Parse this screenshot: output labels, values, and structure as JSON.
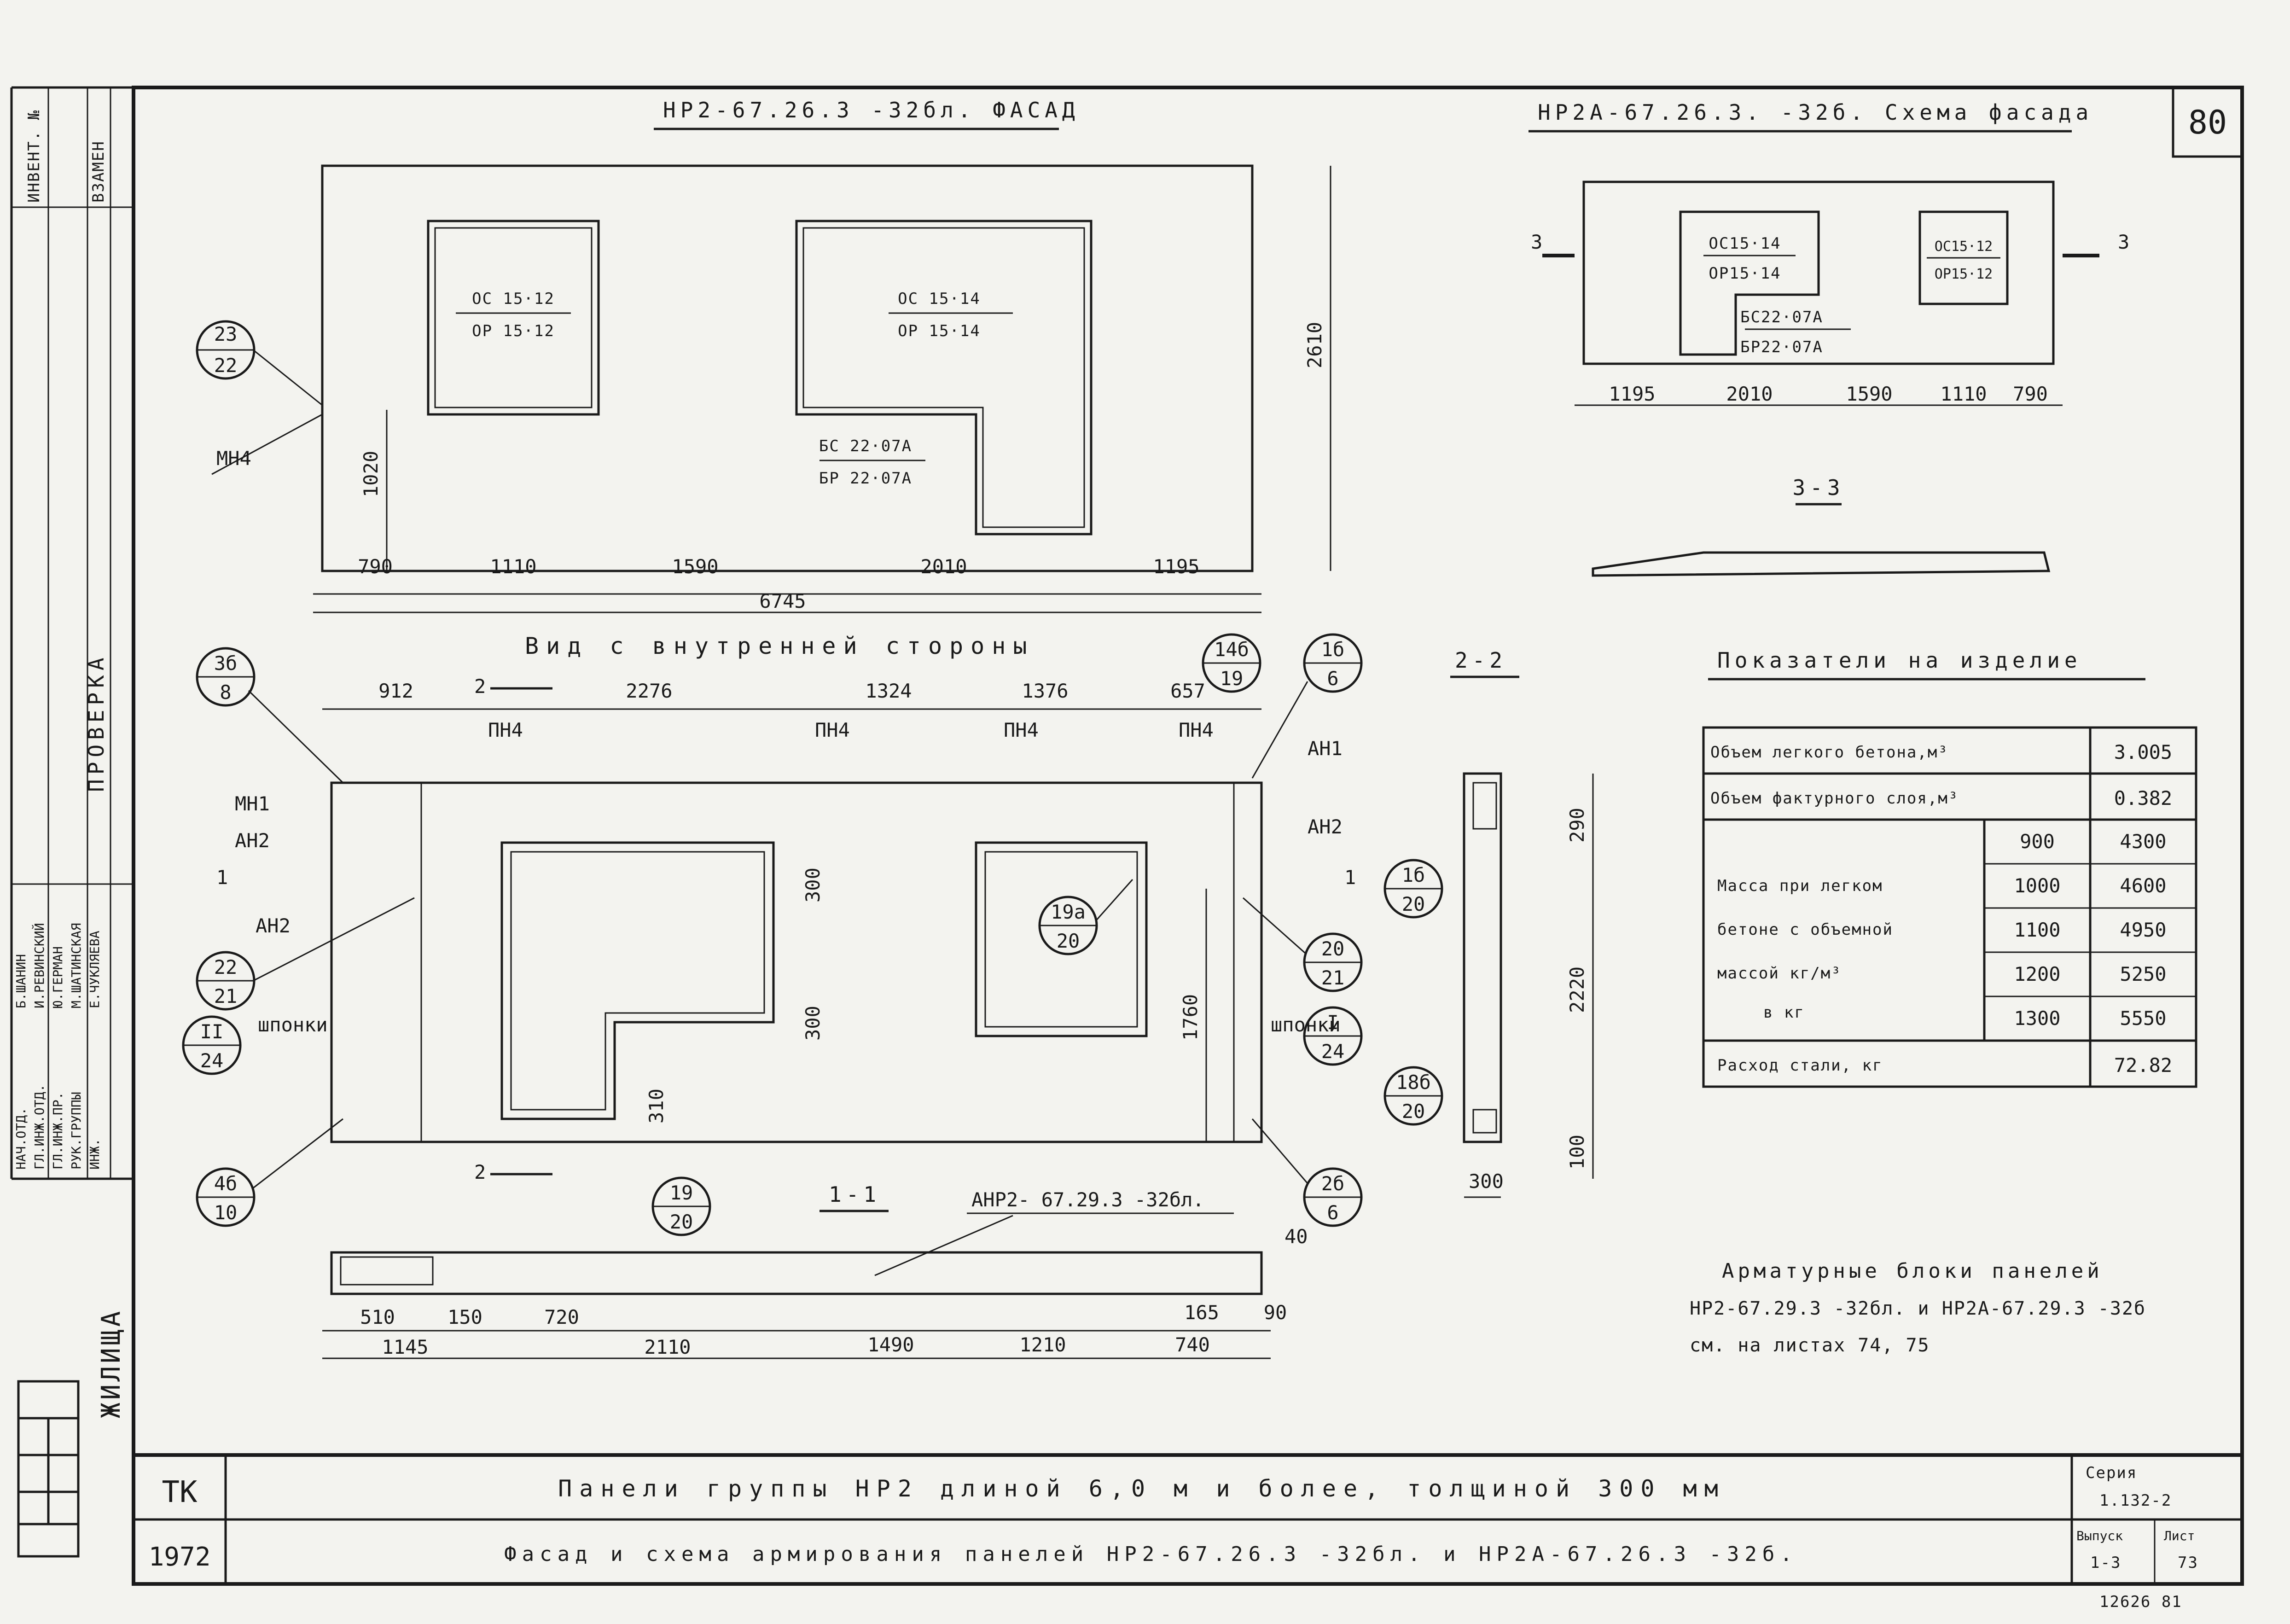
{
  "sheet": {
    "number": "80",
    "bottom_note": "12626  81"
  },
  "facade": {
    "title": "НР2-67.26.3 -32бл. ФАСАД",
    "window1_top": "ОС 15·12",
    "window1_bottom": "ОР 15·12",
    "window2_top": "ОС 15·14",
    "window2_bottom": "ОР 15·14",
    "door_top": "БС 22·07А",
    "door_bottom": "БР 22·07А",
    "node_top": "23",
    "node_bottom": "22",
    "mark": "МН4",
    "height_left": "1020",
    "height_right": "2610",
    "dims": [
      "790",
      "1110",
      "1590",
      "2010",
      "1195"
    ],
    "total": "6745"
  },
  "scheme": {
    "title": "НР2А-67.26.3. -32б. Схема фасада",
    "window_a_top": "ОС15·14",
    "window_a_bottom": "ОР15·14",
    "window_b_top": "ОС15·12",
    "window_b_bottom": "ОР15·12",
    "door_top": "БС22·07А",
    "door_bottom": "БР22·07А",
    "cut_left": "3",
    "cut_right": "3",
    "dims": [
      "1195",
      "2010",
      "1590",
      "1110",
      "790"
    ],
    "section_label": "3-3"
  },
  "inner": {
    "title": "Вид с внутренней стороны",
    "dims": [
      "912",
      "2276",
      "1324",
      "1376",
      "657"
    ],
    "cut_mark": "2",
    "pn": [
      "ПН4",
      "ПН4",
      "ПН4",
      "ПН4"
    ],
    "marks_left": [
      "МН1",
      "АН2",
      "АН2"
    ],
    "marks_right": [
      "АН1",
      "АН2"
    ],
    "shponki_left": "шпонки",
    "shponki_right": "шпонки",
    "cut1": "1",
    "callouts": [
      {
        "top": "3б",
        "bottom": "8"
      },
      {
        "top": "22",
        "bottom": "21"
      },
      {
        "top": "II",
        "bottom": "24"
      },
      {
        "top": "4б",
        "bottom": "10"
      },
      {
        "top": "14б",
        "bottom": "19"
      },
      {
        "top": "1б",
        "bottom": "6"
      },
      {
        "top": "19а",
        "bottom": "20"
      },
      {
        "top": "20",
        "bottom": "21"
      },
      {
        "top": "I",
        "bottom": "24"
      },
      {
        "top": "2б",
        "bottom": "6"
      }
    ],
    "dim_300a": "300",
    "dim_300b": "300",
    "dim_310": "310",
    "dim_1760": "1760"
  },
  "section22": {
    "label": "2-2",
    "dims": [
      "290",
      "2220",
      "100"
    ],
    "width": "300",
    "callout_a": {
      "top": "1б",
      "bottom": "20"
    },
    "callout_b": {
      "top": "18б",
      "bottom": "20"
    }
  },
  "section11": {
    "label": "1-1",
    "block_ref": "АНР2- 67.29.3 -32бл.",
    "callout": {
      "top": "19",
      "bottom": "20"
    },
    "dim_40": "40",
    "dims_top": [
      "510",
      "150",
      "720",
      "165",
      "90"
    ],
    "dims_bottom": [
      "1145",
      "2110",
      "1490",
      "1210",
      "740"
    ]
  },
  "table": {
    "title": "Показатели на изделие",
    "row1_label": "Объем легкого бетона,м³",
    "row1_value": "3.005",
    "row2_label": "Объем фактурного слоя,м³",
    "row2_value": "0.382",
    "mass_label": [
      "Масса при легком",
      "бетоне с объемной",
      "массой кг/м³",
      "в кг"
    ],
    "densities": [
      "900",
      "1000",
      "1100",
      "1200",
      "1300"
    ],
    "masses": [
      "4300",
      "4600",
      "4950",
      "5250",
      "5550"
    ],
    "steel_label": "Расход стали, кг",
    "steel_value": "72.82"
  },
  "note": {
    "line1": "Арматурные блоки панелей",
    "line2": "НР2-67.29.3 -32бл. и НР2А-67.29.3 -32б",
    "line3": "см. на листах 74, 75"
  },
  "stamp": {
    "org": "ТК",
    "year": "1972",
    "title1": "Панели группы НР2 длиной 6,0 м и более, толщиной 300 мм",
    "title2": "Фасад и схема армирования панелей НР2-67.26.3 -32бл. и НР2А-67.26.3 -32б.",
    "series_label": "Серия",
    "series": "1.132-2",
    "issue_label": "Выпуск",
    "issue": "1-3",
    "sheet_label": "Лист",
    "sheet": "73",
    "side_org": "ЖИЛИЩА",
    "side_check": "ПРОВЕРКА",
    "side_roles": [
      "НАЧ.ОТД.",
      "ГЛ.ИНЖ.ОТД.",
      "ГЛ.ИНЖ.ПР.",
      "РУК.ГРУППЫ",
      "ИНЖ."
    ],
    "side_names": [
      "Б.ШАНИН",
      "И.РЕВИНСКИЙ",
      "Ю.ГЕРМАН",
      "М.ШАТИНСКАЯ",
      "Е.ЧУКЛЯЕВА"
    ],
    "side_inv": "ИНВЕНТ. №",
    "side_replace": "ВЗАМЕН"
  }
}
